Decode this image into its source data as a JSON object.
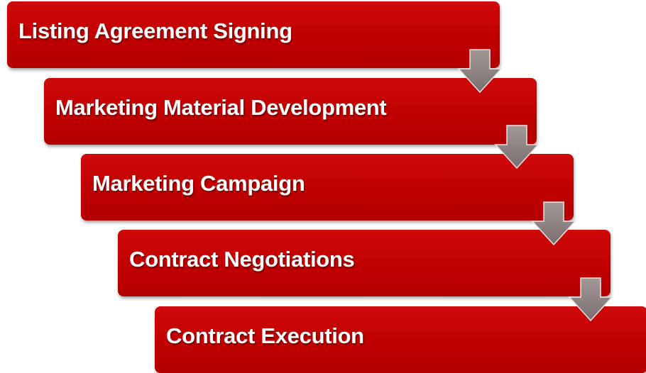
{
  "steps": [
    {
      "label": "Listing Agreement Signing"
    },
    {
      "label": "Marketing Material Development"
    },
    {
      "label": "Marketing Campaign"
    },
    {
      "label": "Contract Negotiations"
    },
    {
      "label": "Contract Execution"
    }
  ],
  "colors": {
    "step_fill": "#c00000",
    "step_text": "#ffffff",
    "arrow_fill": "#8c8080"
  },
  "icons": {
    "connector": "down-arrow-icon"
  }
}
